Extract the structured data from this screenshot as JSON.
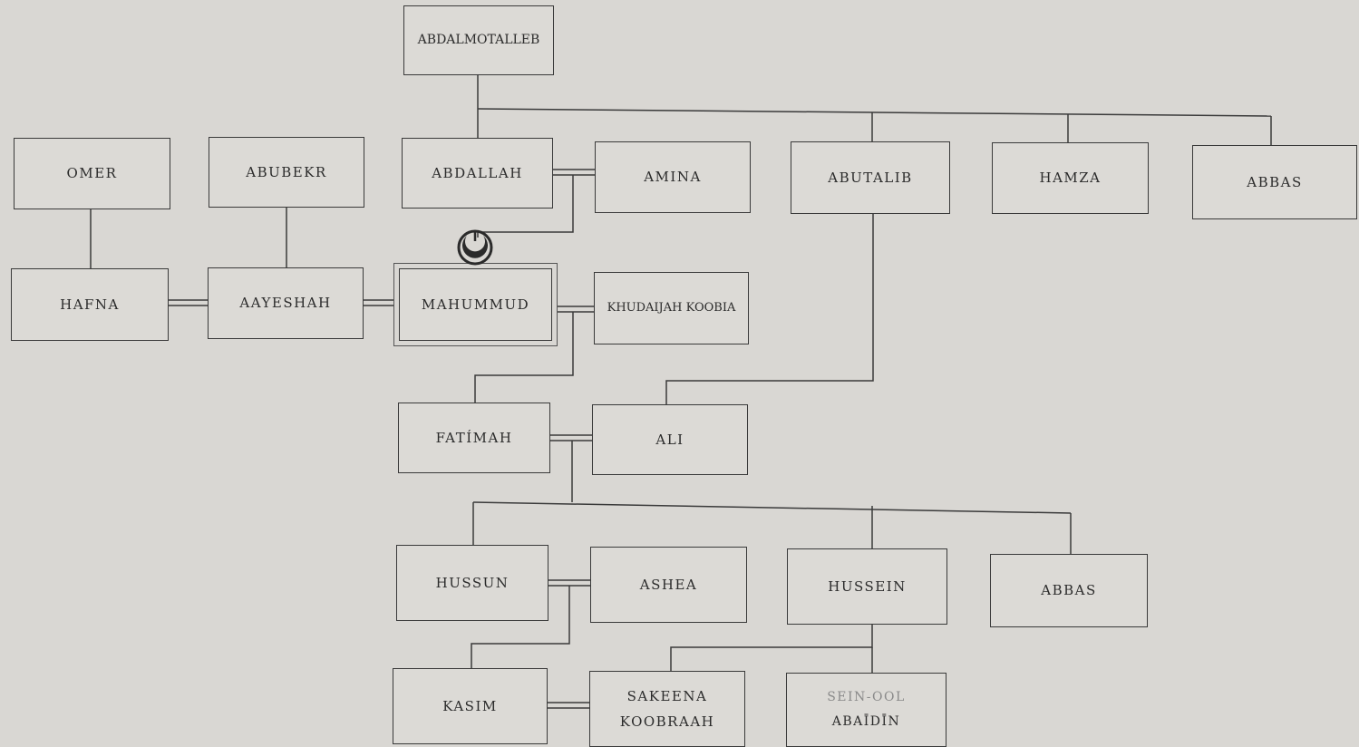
{
  "people": {
    "abdalmotalleb": "ABDALMOTALLEB",
    "omer": "OMER",
    "abubekr": "ABUBEKR",
    "abdallah": "ABDALLAH",
    "amina": "AMINA",
    "abutalib": "ABUTALIB",
    "hamza": "HAMZA",
    "abbas_top": "ABBAS",
    "hafna": "HAFNA",
    "aayeshah": "AAYESHAH",
    "mahummud": "MAHUMMUD",
    "khudaijah": "KHUDAIJAH KOOBIA",
    "fatimah": "FATÍMAH",
    "ali": "ALI",
    "hussun": "HUSSUN",
    "ashea": "ASHEA",
    "hussein": "HUSSEIN",
    "abbas_bottom": "ABBAS",
    "kasim": "KASIM",
    "sakeena_1": "SAKEENA",
    "sakeena_2": "KOOBRAAH",
    "zein_1": "SEIN-OOL",
    "zein_2": "ABAĪDĪN"
  },
  "symbol_icon": "crescent-icon"
}
